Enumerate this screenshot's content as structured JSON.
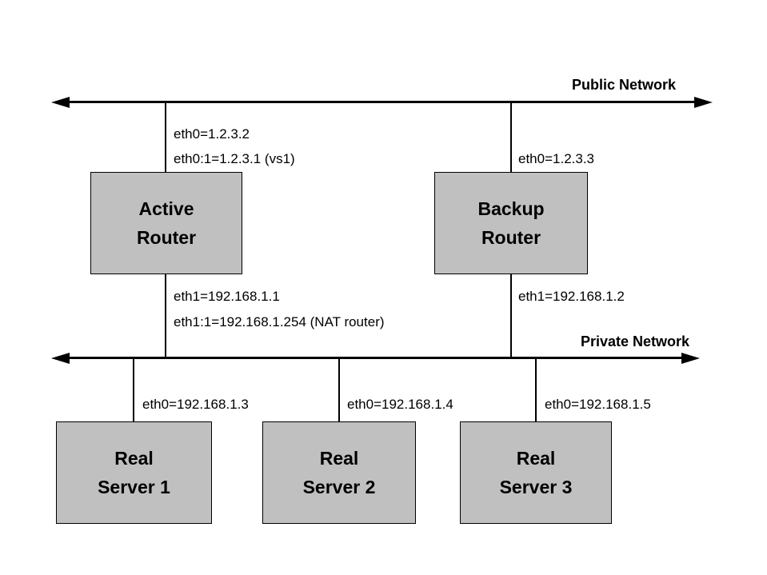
{
  "labels": {
    "public_network": "Public Network",
    "private_network": "Private Network"
  },
  "active_router": {
    "name_line1": "Active",
    "name_line2": "Router",
    "eth0": "eth0=1.2.3.2",
    "eth0_1": "eth0:1=1.2.3.1 (vs1)",
    "eth1": "eth1=192.168.1.1",
    "eth1_1": "eth1:1=192.168.1.254 (NAT router)"
  },
  "backup_router": {
    "name_line1": "Backup",
    "name_line2": "Router",
    "eth0": "eth0=1.2.3.3",
    "eth1": "eth1=192.168.1.2"
  },
  "servers": [
    {
      "name_line1": "Real",
      "name_line2": "Server 1",
      "eth0": "eth0=192.168.1.3"
    },
    {
      "name_line1": "Real",
      "name_line2": "Server 2",
      "eth0": "eth0=192.168.1.4"
    },
    {
      "name_line1": "Real",
      "name_line2": "Server 3",
      "eth0": "eth0=192.168.1.5"
    }
  ],
  "colors": {
    "box_fill": "#c0c0c0",
    "box_border": "#000000",
    "line_color": "#000000",
    "background": "#ffffff"
  }
}
